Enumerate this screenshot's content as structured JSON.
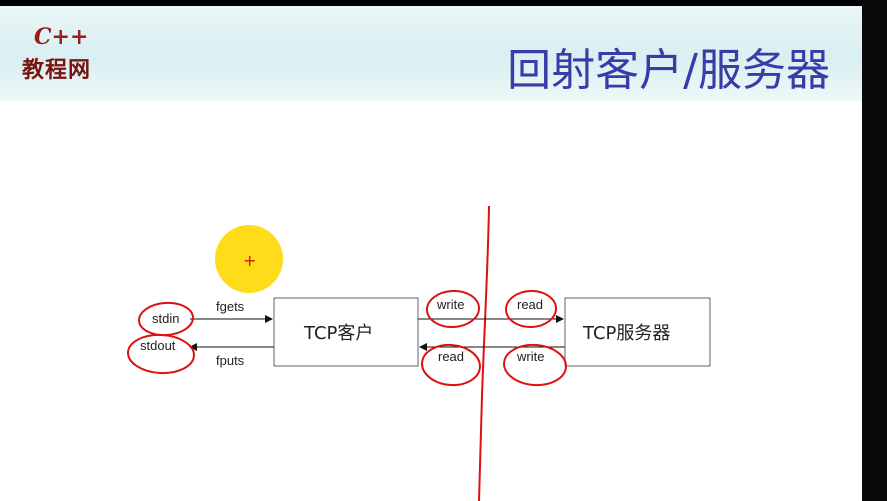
{
  "header": {
    "logo_top": "C++",
    "logo_bottom": "教程网",
    "title": "回射客户/服务器"
  },
  "diagram": {
    "stdin": "stdin",
    "stdout": "stdout",
    "fgets": "fgets",
    "fputs": "fputs",
    "client_box": "TCP客户",
    "server_box": "TCP服务器",
    "client_write": "write",
    "client_read": "read",
    "server_read": "read",
    "server_write": "write",
    "cursor_symbol": "+"
  },
  "colors": {
    "title": "#3a3aa8",
    "logo": "#7a1410",
    "annotation": "#d11",
    "cursor_highlight": "#ffd800"
  }
}
